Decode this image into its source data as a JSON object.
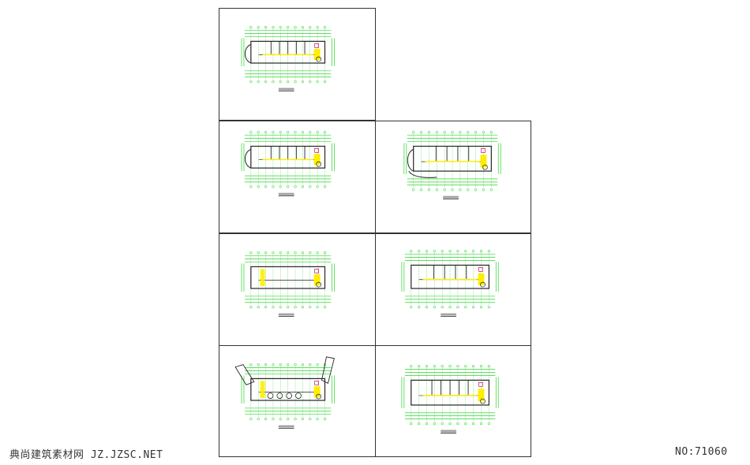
{
  "watermark": {
    "text": "典尚建筑素材网 JZ.JZSC.NET"
  },
  "drawing_no": {
    "text": "NO:71060"
  },
  "colors": {
    "sheet_border": "#333333",
    "wall": "#222222",
    "dimension_line": "#00cc00",
    "highlight": "#ffee00",
    "fixture": "#cc0066",
    "background": "#ffffff"
  },
  "sheets": [
    {
      "id": "sheet-1",
      "variant": "a"
    },
    {
      "id": "sheet-2",
      "variant": "b"
    },
    {
      "id": "sheet-3",
      "variant": "c"
    },
    {
      "id": "sheet-4",
      "variant": "d"
    },
    {
      "id": "sheet-5",
      "variant": "e"
    },
    {
      "id": "sheet-6",
      "variant": "f"
    },
    {
      "id": "sheet-7",
      "variant": "g"
    }
  ]
}
